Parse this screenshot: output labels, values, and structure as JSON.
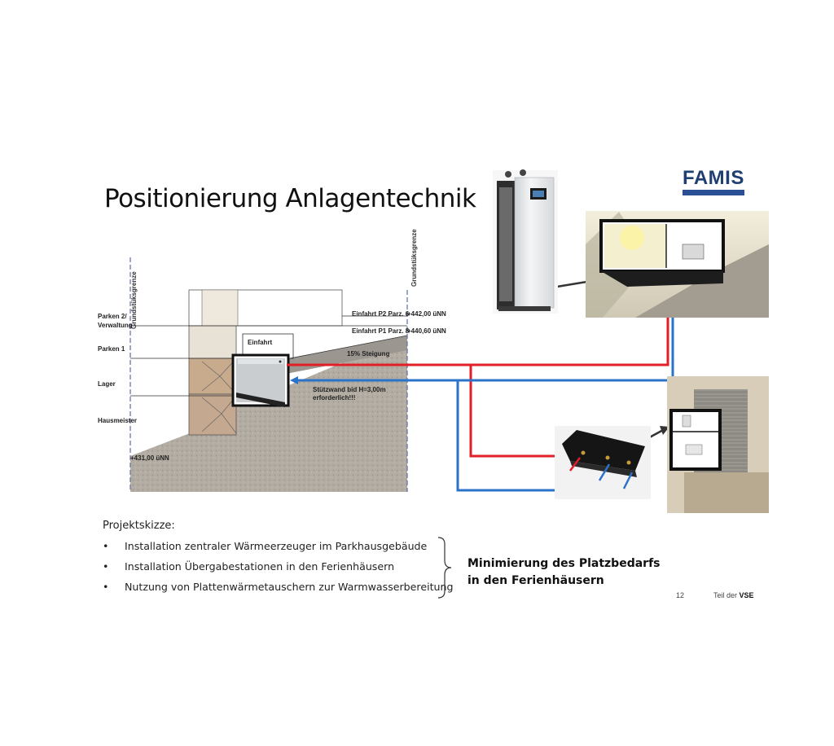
{
  "title": "Positionierung Anlagentechnik",
  "logo": {
    "text": "FAMIS",
    "color": "#1f3f73",
    "bar_color": "#2b4f95"
  },
  "section": {
    "boundary_label": "Grundstüksgrenze",
    "levels": {
      "parken2_line1": "Parken 2/",
      "parken2_line2": "Verwaltung",
      "parken1": "Parken 1",
      "lager": "Lager",
      "hausmeister": "Hausmeister"
    },
    "entrance_box": "Einfahrt",
    "entrance_p2": "Einfahrt P2 Parz. 6",
    "entrance_p1": "Einfahrt P1 Parz. 8",
    "elev_442": "+442,00 üNN",
    "elev_440": "+440,60 üNN",
    "elev_431": "+431,00 üNN",
    "slope": "15% Steigung",
    "wall_line1": "Stützwand bid H=3,00m",
    "wall_line2": "erforderlich!!!"
  },
  "pipes": {
    "supply_color": "#e21f26",
    "return_color": "#2a73c8"
  },
  "sketch": {
    "heading": "Projektskizze:",
    "bullets": [
      "Installation zentraler Wärmeerzeuger im Parkhausgebäude",
      "Installation Übergabestationen in den Ferienhäusern",
      "Nutzung von Plattenwärmetauschern zur Warmwasserbereitung"
    ]
  },
  "conclusion": {
    "line1": "Minimierung des Platzbedarfs",
    "line2": "in den Ferienhäusern"
  },
  "footer": {
    "page": "12",
    "tag": "Teil der",
    "brand": "VSE"
  }
}
